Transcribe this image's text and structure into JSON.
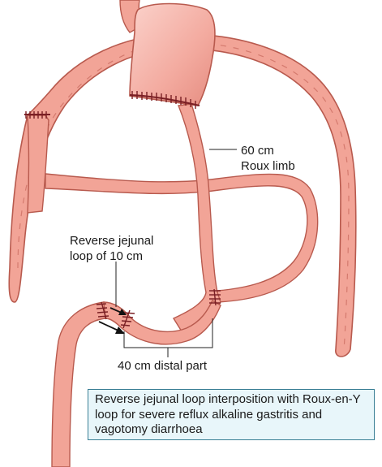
{
  "labels": {
    "roux_line1": "60 cm",
    "roux_line2": "Roux limb",
    "loop_line1": "Reverse jejunal",
    "loop_line2": "loop of 10 cm",
    "distal": "40 cm distal part"
  },
  "caption": "Reverse jejunal loop interposition with Roux-en-Y loop for severe reflux alkaline gastritis and vagotomy diarrhoea",
  "colors": {
    "bowel_fill": "#f2a497",
    "bowel_outline": "#b85a4e",
    "stomach_fill": "#f5b0a6",
    "sutures": "#7a1f24",
    "caption_bg": "#e8f6fa",
    "caption_border": "#3a7f95"
  }
}
